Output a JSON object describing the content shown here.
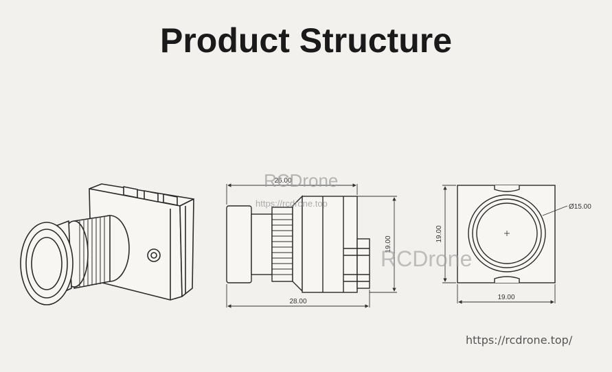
{
  "title": "Product Structure",
  "watermark": {
    "brand_top": "RCDrone",
    "url_small": "https://rcdrone.top",
    "brand_center": "RCDrone"
  },
  "footer_url": "https://rcdrone.top/",
  "side_view": {
    "top_dimension": "26.00",
    "height_dimension": "19.00",
    "bottom_dimension": "28.00"
  },
  "front_view": {
    "lens_diameter": "Ø15.00",
    "height_dimension": "19.00",
    "width_dimension": "19.00"
  },
  "colors": {
    "line": "#2a2a2a",
    "title": "#1a1a1a",
    "watermark": "#9a9a9a",
    "background": "#f2f1ee"
  }
}
